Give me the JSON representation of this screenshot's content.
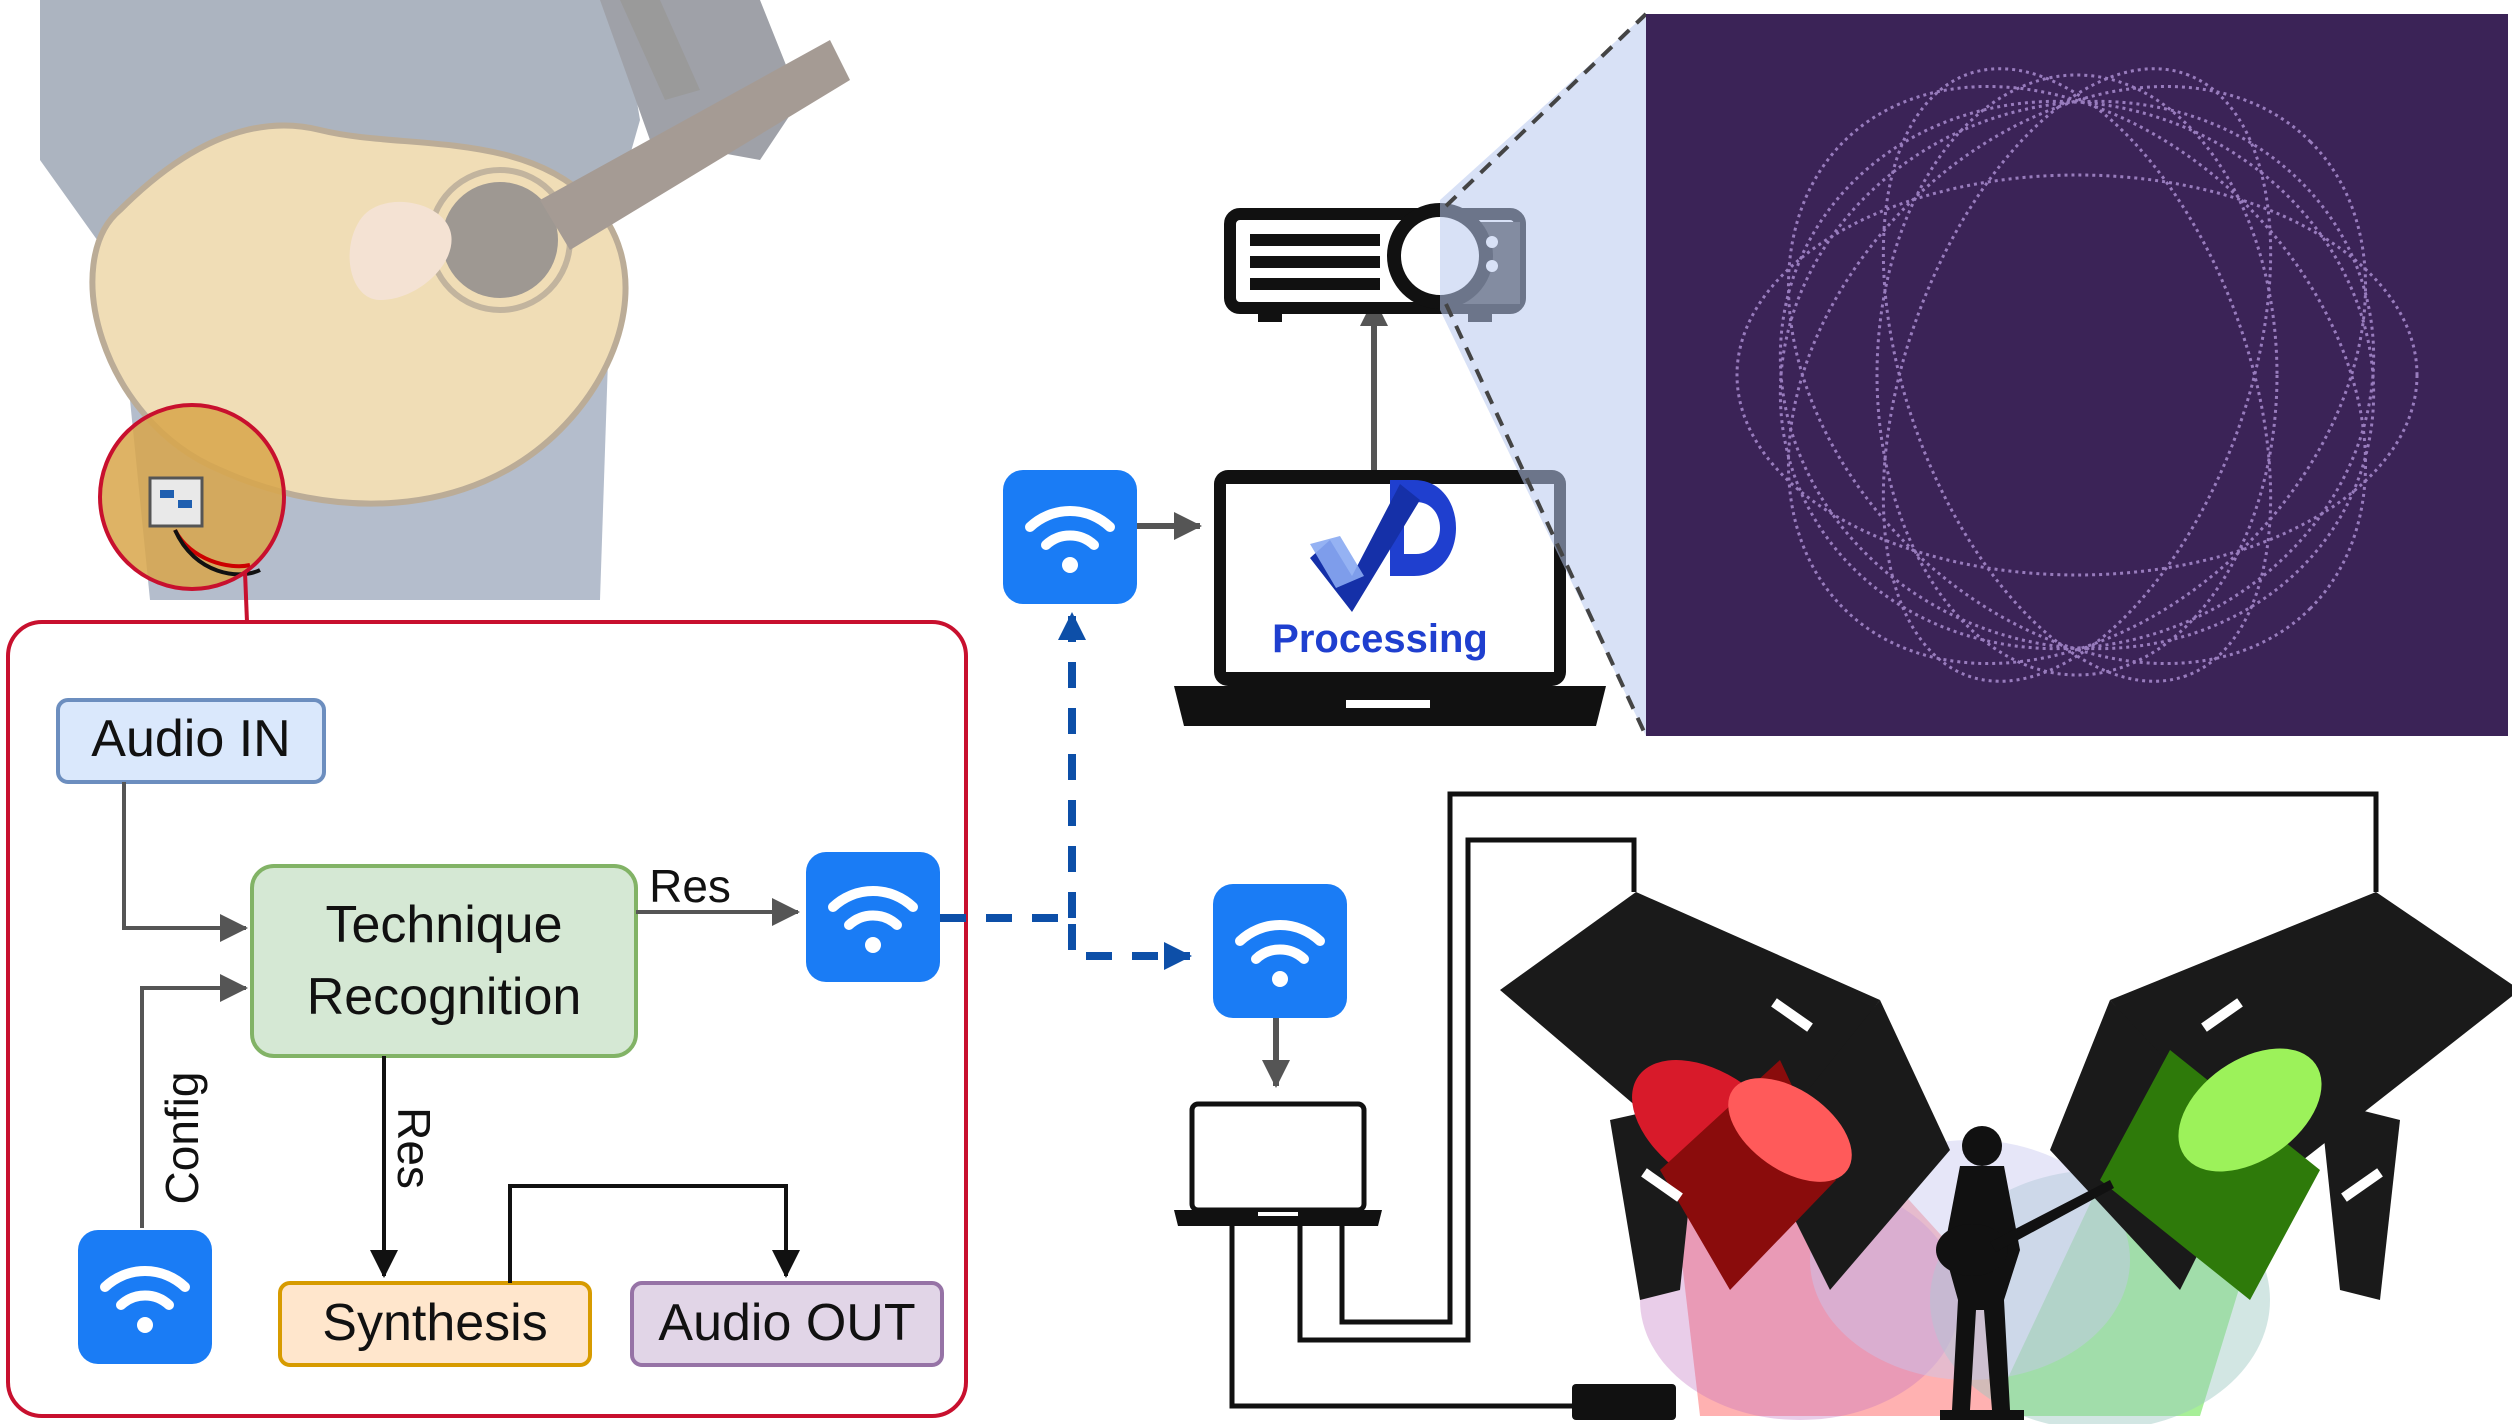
{
  "pedal_panel": {
    "audio_in": "Audio IN",
    "technique_line1": "Technique",
    "technique_line2": "Recognition",
    "res_horizontal": "Res",
    "res_vertical": "Res",
    "config": "Config",
    "synthesis": "Synthesis",
    "audio_out": "Audio OUT"
  },
  "laptop_screen": {
    "brand_label": "Processing"
  },
  "icons": {
    "wifi": "wifi-icon",
    "projector": "projector-icon",
    "laptop": "laptop-icon",
    "stage_light": "stage-light-icon",
    "performer": "guitarist-silhouette-icon"
  },
  "colors": {
    "panel_border": "#c8102e",
    "wifi_tile": "#1a7cf5",
    "audio_in_fill": "#dae8fc",
    "audio_in_border": "#6c8ebf",
    "technique_fill": "#d5e8d4",
    "technique_border": "#82b366",
    "synthesis_fill": "#ffe6cc",
    "synthesis_border": "#d79b00",
    "audio_out_fill": "#e1d5e7",
    "audio_out_border": "#9673a6",
    "wireless_link": "#0d4fa8",
    "projection_bg": "#3b2357",
    "red_light": "#e8192b",
    "green_light": "#6fe01a"
  }
}
